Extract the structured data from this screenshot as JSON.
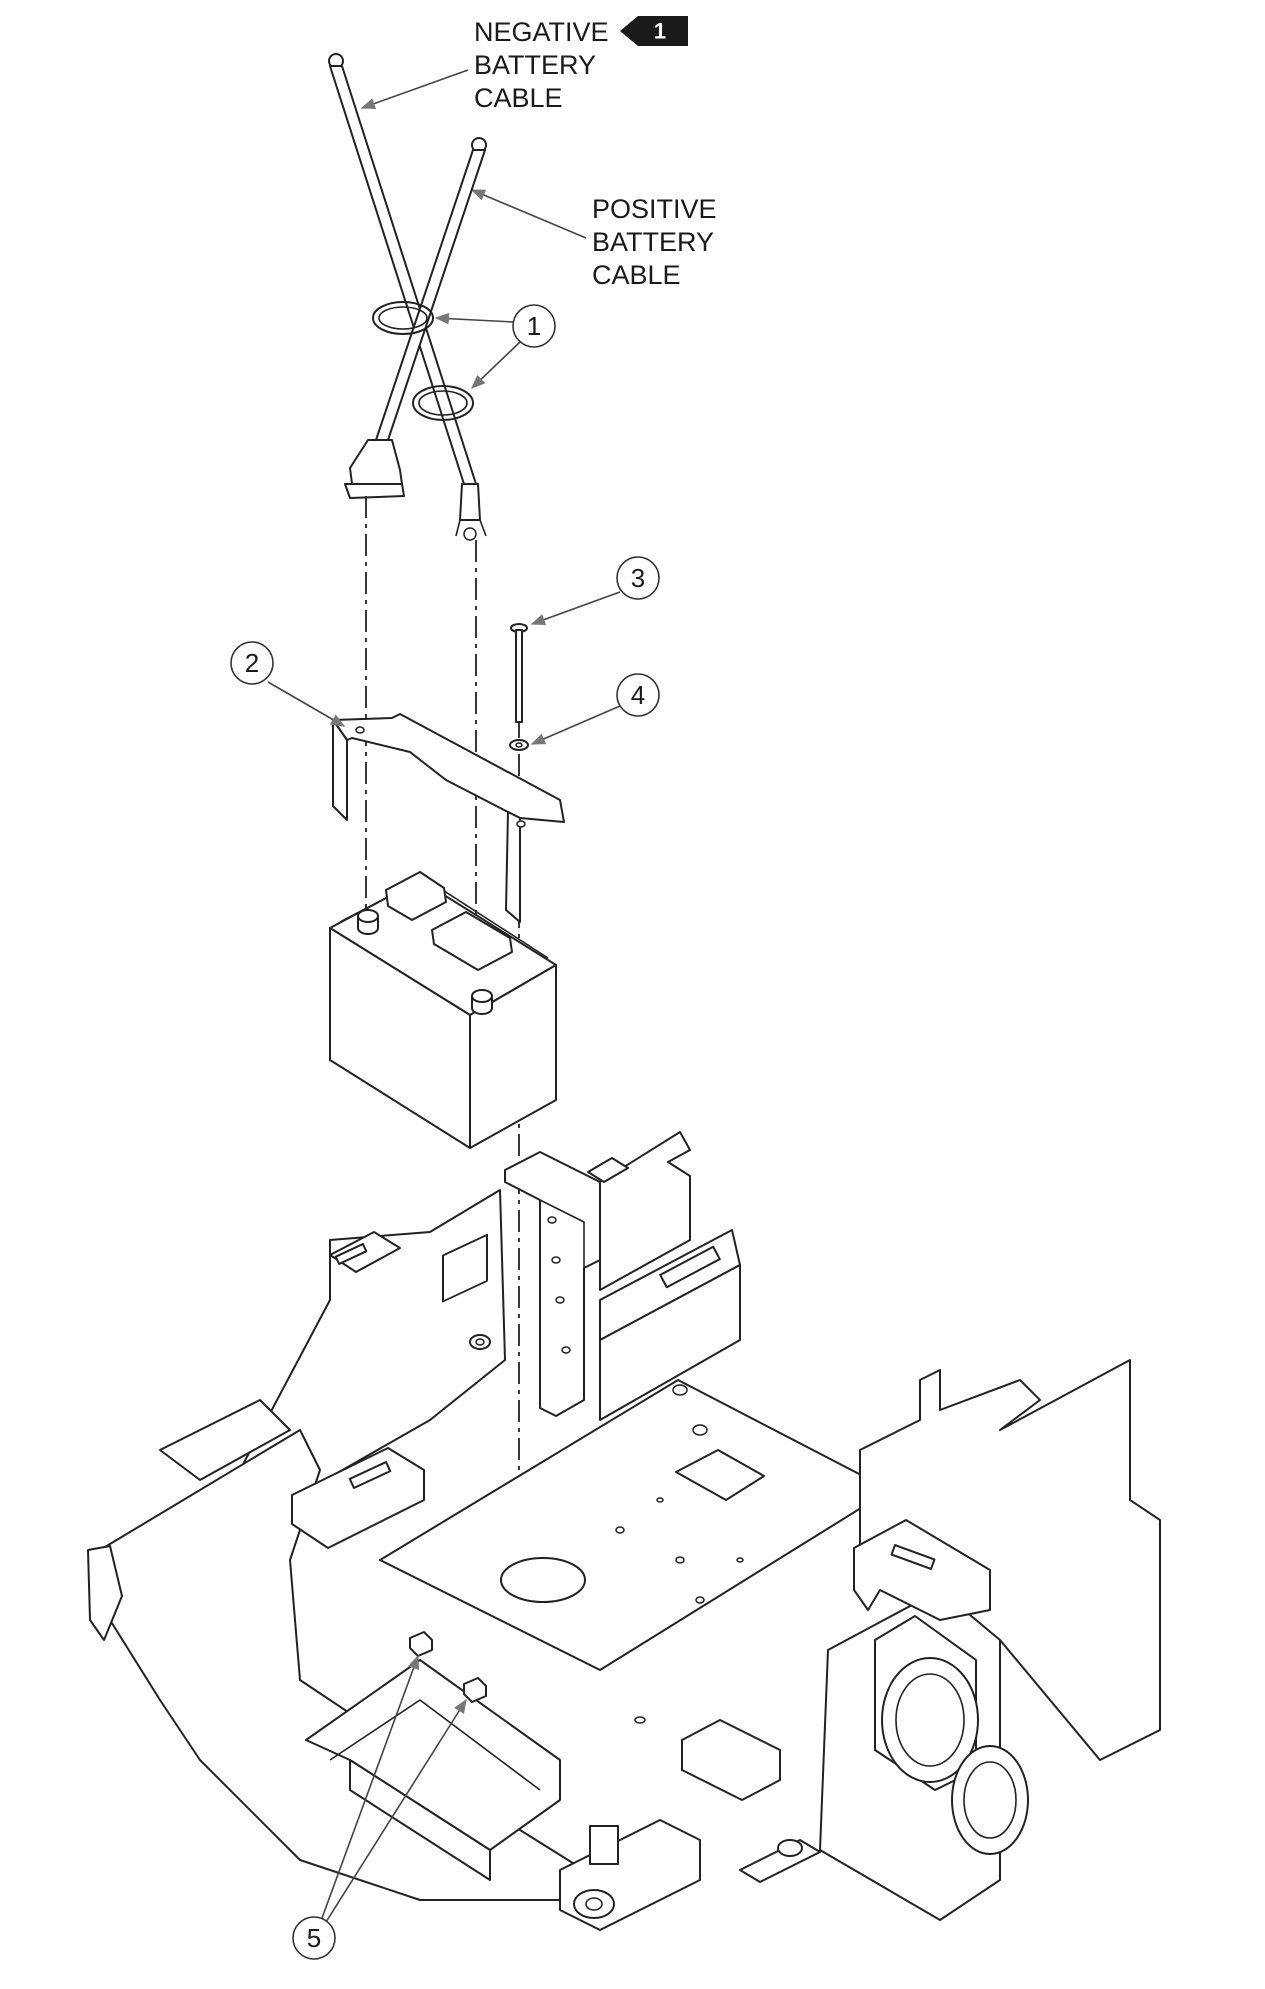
{
  "labels": {
    "negative_line1": "NEGATIVE",
    "negative_line2": "BATTERY",
    "negative_line3": "CABLE",
    "negative_tag": "1",
    "positive_line1": "POSITIVE",
    "positive_line2": "BATTERY",
    "positive_line3": "CABLE"
  },
  "callouts": [
    "1",
    "2",
    "3",
    "4",
    "5"
  ],
  "colors": {
    "line": "#222222",
    "tag_bg": "#1a1a1a",
    "background": "#ffffff"
  }
}
